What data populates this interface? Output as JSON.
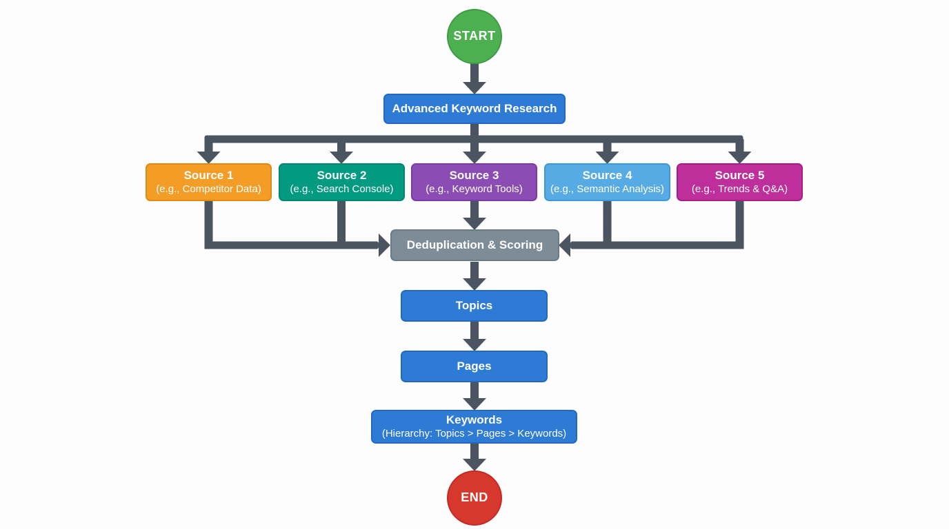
{
  "diagram": {
    "type": "flowchart",
    "nodes": {
      "start": {
        "label": "START",
        "color": "#4CAF50"
      },
      "research": {
        "label": "Advanced Keyword Research",
        "color": "#2E7BD6"
      },
      "source1": {
        "title": "Source 1",
        "subtitle": "(e.g., Competitor Data)",
        "color": "#F39C26"
      },
      "source2": {
        "title": "Source 2",
        "subtitle": "(e.g., Search Console)",
        "color": "#029B82"
      },
      "source3": {
        "title": "Source 3",
        "subtitle": "(e.g., Keyword Tools)",
        "color": "#8B4DB4"
      },
      "source4": {
        "title": "Source 4",
        "subtitle": "(e.g., Semantic Analysis)",
        "color": "#57ABE4"
      },
      "source5": {
        "title": "Source 5",
        "subtitle": "(e.g., Trends & Q&A)",
        "color": "#BE2F9B"
      },
      "dedup": {
        "label": "Deduplication & Scoring",
        "color": "#7E8C98"
      },
      "topics": {
        "label": "Topics",
        "color": "#2E7BD6"
      },
      "pages": {
        "label": "Pages",
        "color": "#2E7BD6"
      },
      "keywords": {
        "title": "Keywords",
        "subtitle": "(Hierarchy: Topics > Pages > Keywords)",
        "color": "#2E7BD6"
      },
      "end": {
        "label": "END",
        "color": "#D7382E"
      }
    },
    "arrow_color": "#4A5560",
    "background_color": "#FFFFFF",
    "text_color": "#FFFFFF"
  }
}
